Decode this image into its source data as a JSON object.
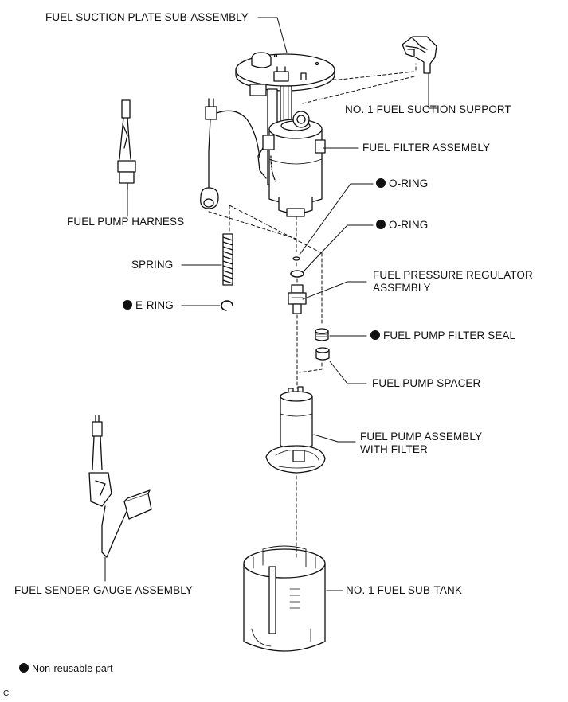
{
  "labels": {
    "suction_plate": "FUEL SUCTION PLATE SUB-ASSEMBLY",
    "suction_support": "NO. 1 FUEL SUCTION SUPPORT",
    "filter_assembly": "FUEL FILTER ASSEMBLY",
    "o_ring_1": "O-RING",
    "o_ring_2": "O-RING",
    "pump_harness": "FUEL PUMP HARNESS",
    "spring": "SPRING",
    "e_ring": "E-RING",
    "regulator_line1": "FUEL PRESSURE REGULATOR",
    "regulator_line2": "ASSEMBLY",
    "filter_seal": "FUEL PUMP FILTER SEAL",
    "pump_spacer": "FUEL PUMP SPACER",
    "pump_assembly_line1": "FUEL PUMP ASSEMBLY",
    "pump_assembly_line2": "WITH FILTER",
    "sender_gauge": "FUEL SENDER GAUGE ASSEMBLY",
    "sub_tank": "NO. 1 FUEL SUB-TANK"
  },
  "legend": {
    "text": "Non-reusable part",
    "symbol": "black-dot-icon"
  },
  "corner_mark": "C",
  "colors": {
    "ink": "#111111",
    "fill": "#ffffff",
    "shade": "#d8d8d8"
  }
}
